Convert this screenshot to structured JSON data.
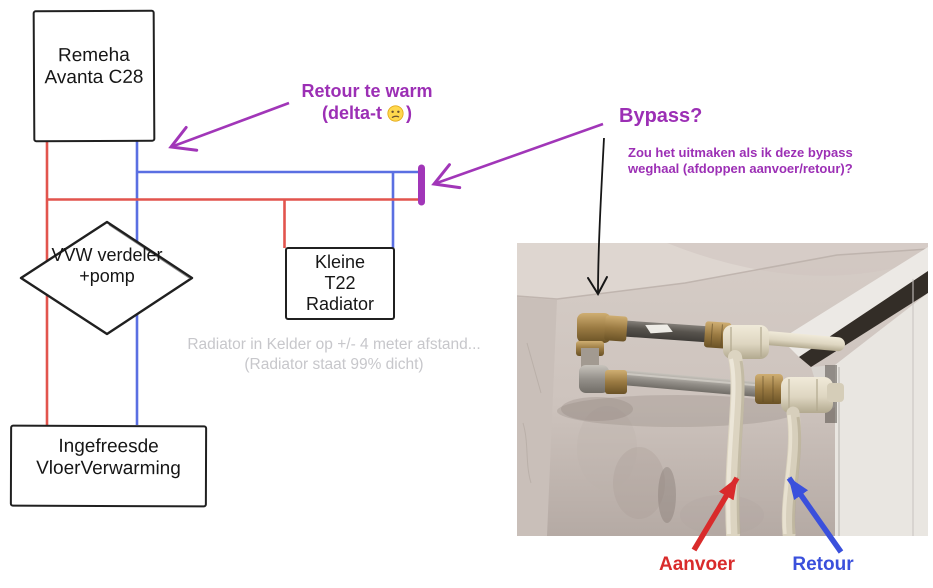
{
  "nodes": {
    "boiler": {
      "lines": [
        "Remeha",
        "Avanta C28"
      ]
    },
    "distributor": {
      "lines": [
        "VVW",
        "verdeler",
        "+pomp"
      ]
    },
    "radiator": {
      "lines": [
        "Kleine",
        "T22",
        "Radiator"
      ]
    },
    "floor_heating": {
      "lines": [
        "Ingefreesde",
        "VloerVerwarming"
      ]
    }
  },
  "annotations": {
    "retour_note": {
      "line1": "Retour te warm",
      "line2_pre": "(delta-t",
      "line2_post": ")",
      "emoji_icon": "confused-face"
    },
    "bypass_title": "Bypass?",
    "bypass_question": {
      "line1": "Zou het uitmaken als ik deze bypass",
      "line2": "weghaal (afdoppen aanvoer/retour)?"
    },
    "kelder_note": {
      "line1": "Radiator in Kelder op +/- 4 meter afstand...",
      "line2": "(Radiator staat 99% dicht)"
    }
  },
  "photo_labels": {
    "aanvoer": "Aanvoer",
    "retour": "Retour"
  },
  "colors": {
    "supply_red": "#e2544d",
    "return_blue": "#5a6fe2",
    "annotation_purple": "#9c2fb5",
    "bypass_purple": "#a136b8",
    "label_red": "#d92b2b",
    "label_blue": "#3a50dc",
    "note_gray": "#c7c7cb",
    "sketch_black": "#202020"
  }
}
